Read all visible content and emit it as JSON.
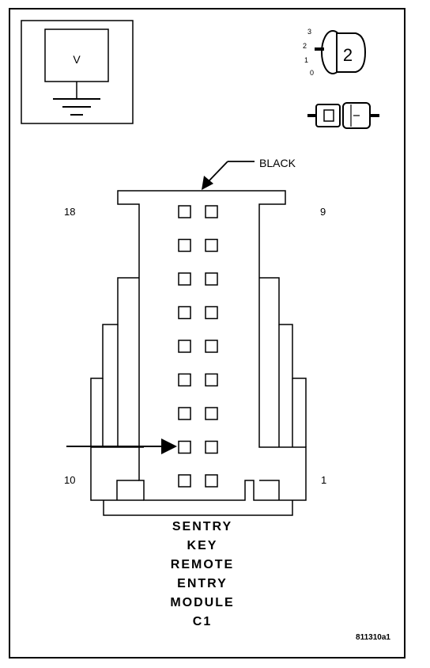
{
  "meter": {
    "label": "V"
  },
  "key_switch": {
    "positions": [
      "3",
      "2",
      "1",
      "0"
    ],
    "selected": "2"
  },
  "connector": {
    "color_label": "BLACK",
    "pin_labels": {
      "top_left": "18",
      "top_right": "9",
      "bottom_left": "10",
      "bottom_right": "1"
    },
    "rows": 9,
    "columns": 2,
    "indicated_cavity": {
      "row": 8,
      "column": 1
    }
  },
  "title_lines": [
    "SENTRY",
    "KEY",
    "REMOTE",
    "ENTRY",
    "MODULE",
    "C1"
  ],
  "figure_code": "811310a1"
}
